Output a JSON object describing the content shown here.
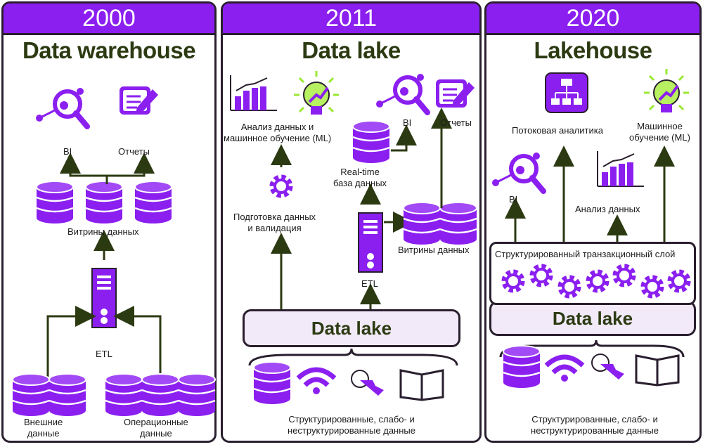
{
  "panels": [
    {
      "year": "2000",
      "title": "Data warehouse"
    },
    {
      "year": "2011",
      "title": "Data lake"
    },
    {
      "year": "2020",
      "title": "Lakehouse"
    }
  ],
  "p1": {
    "bi": "BI",
    "reports": "Отчеты",
    "marts": "Витрины данных",
    "etl": "ETL",
    "external": "Внешние\nданные",
    "operational": "Операционные\nданные"
  },
  "p2": {
    "analysis_ml": "Анализ данных и\nмашинное обучение (ML)",
    "prep": "Подготовка данных\nи валидация",
    "realtime": "Real-time\nбаза данных",
    "bi": "BI",
    "reports": "Отчеты",
    "marts": "Витрины данных",
    "etl": "ETL",
    "lake": "Data lake",
    "sources": "Структурированные, слабо- и\nнеструктурированные данные"
  },
  "p3": {
    "streaming": "Потоковая аналитика",
    "ml": "Машинное\nобучение (ML)",
    "bi": "BI",
    "analysis": "Анализ данных",
    "layer": "Структурированный транзакционный слой",
    "lake": "Data lake",
    "sources": "Структурированные, слабо- и\nнеструктурированные данные"
  },
  "colors": {
    "accent": "#8b1ff0",
    "border": "#2a1f2e",
    "lake_bg": "#f2eaf8",
    "arrow": "#2c3a12",
    "bulb": "#9ae830"
  },
  "icons": [
    "magnifier-chart-icon",
    "report-pencil-icon",
    "database-icon",
    "server-icon",
    "bar-chart-icon",
    "lightbulb-gear-icon",
    "gear-icon",
    "wifi-icon",
    "touch-icon",
    "book-icon",
    "flowchart-icon"
  ]
}
